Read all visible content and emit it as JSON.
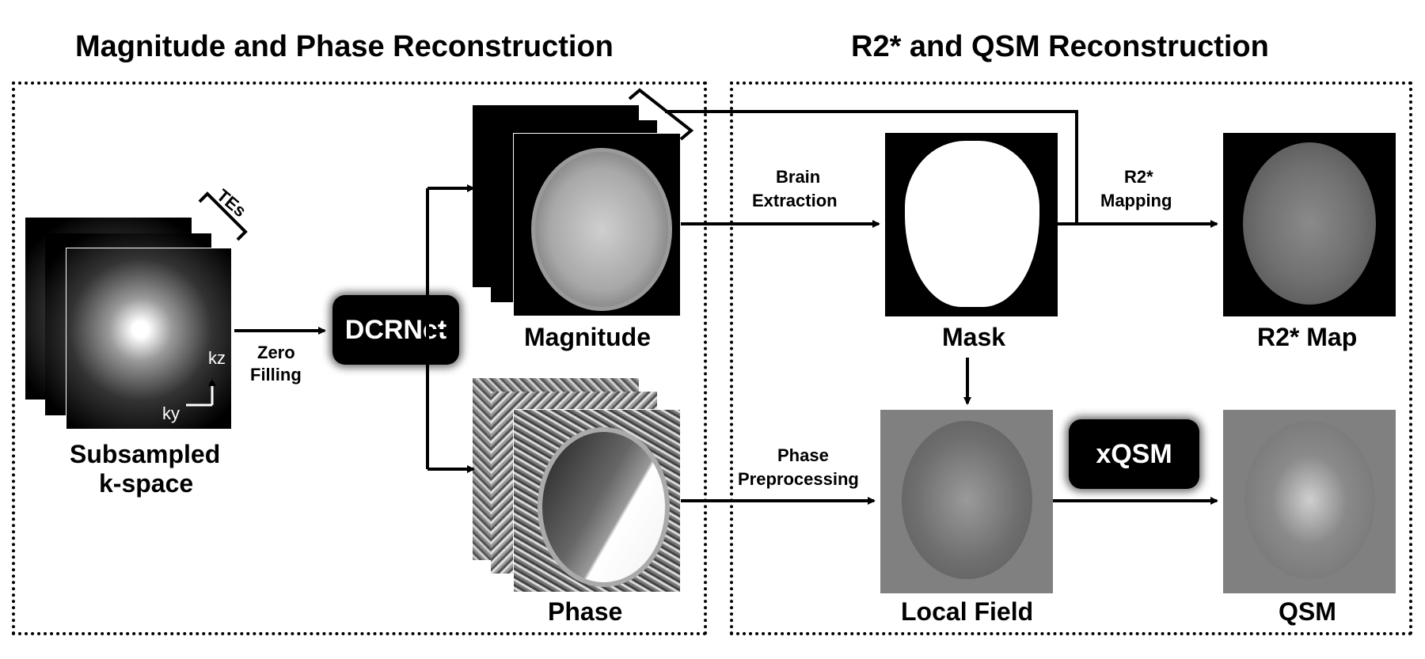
{
  "titles": {
    "left": "Magnitude and Phase Reconstruction",
    "right": "R2* and QSM Reconstruction"
  },
  "labels": {
    "kspace_line1": "Subsampled",
    "kspace_line2": "k-space",
    "tes": "TEs",
    "kz": "kz",
    "ky": "ky",
    "zero_filling_line1": "Zero",
    "zero_filling_line2": "Filling",
    "dcrnet": "DCRNet",
    "magnitude": "Magnitude",
    "phase": "Phase",
    "brain_extraction_line1": "Brain",
    "brain_extraction_line2": "Extraction",
    "mask": "Mask",
    "r2_mapping_line1": "R2*",
    "r2_mapping_line2": "Mapping",
    "r2_map": "R2* Map",
    "phase_preprocessing_line1": "Phase",
    "phase_preprocessing_line2": "Preprocessing",
    "local_field": "Local Field",
    "xqsm": "xQSM",
    "qsm": "QSM"
  }
}
